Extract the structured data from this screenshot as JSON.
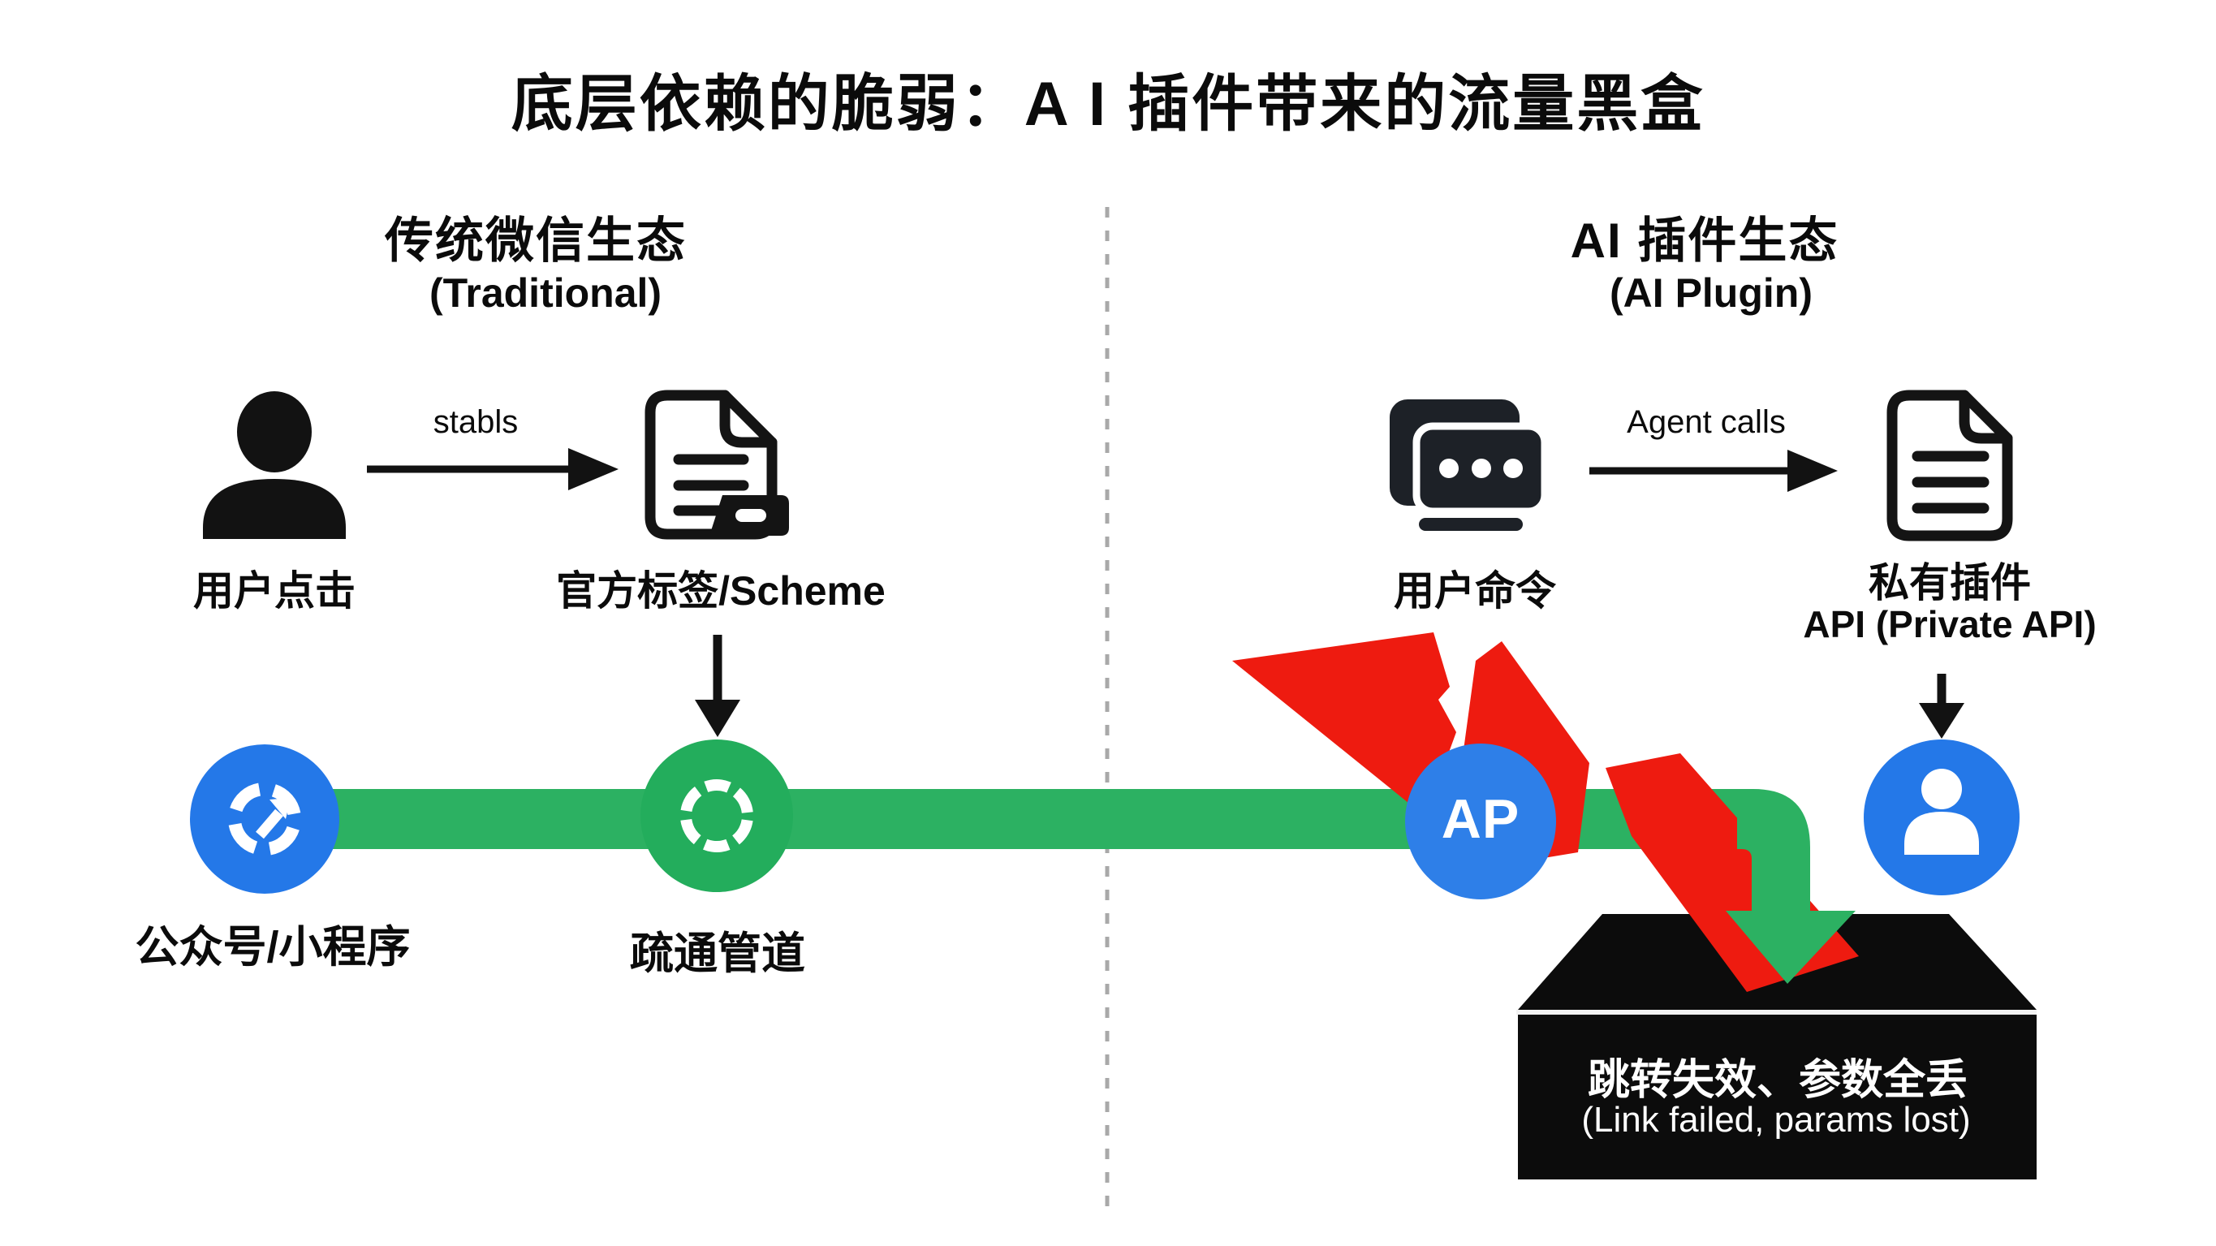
{
  "title": "底层依赖的脆弱：A I 插件带来的流量黑盒",
  "left": {
    "heading": "传统微信生态",
    "subheading": "(Traditional)",
    "actor_label": "用户点击",
    "arrow_label": "stabls",
    "target_label": "官方标签/Scheme",
    "channel_label": "公众号/小程序",
    "pipe_label": "疏通管道"
  },
  "right": {
    "heading": "AI 插件生态",
    "subheading": "(AI Plugin)",
    "actor_label": "用户命令",
    "arrow_label": "Agent calls",
    "target_label_line1": "私有插件",
    "target_label_line2": "API (Private API)",
    "node_label": "AP",
    "failure_box_line1": "跳转失效、参数全丢",
    "failure_box_line2": "(Link failed, params lost)"
  },
  "colors": {
    "blue": "#2478e8",
    "ap_blue": "#2e7fe8",
    "green": "#2cb162",
    "green_circle": "#23ad5c",
    "red": "#ee1b10",
    "box_black": "#0c0c0c",
    "icon_dark": "#1d2127",
    "icon_black": "#121212",
    "white_line": "#f2f2f2",
    "divider": "#a9a9a9"
  }
}
